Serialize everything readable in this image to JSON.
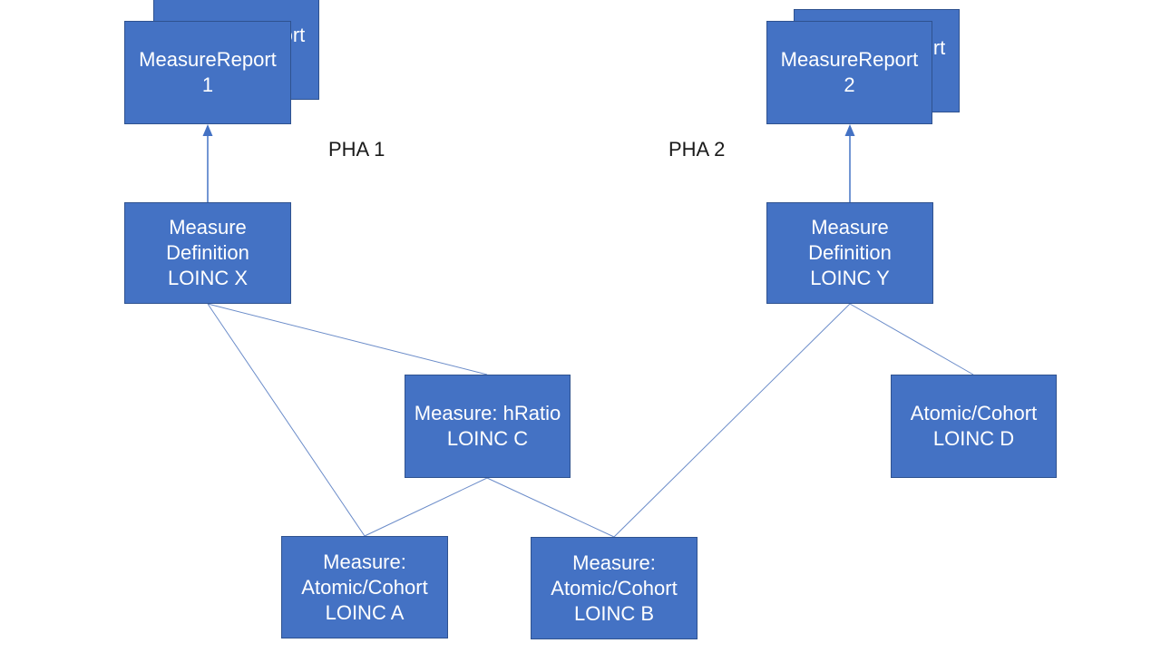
{
  "diagram": {
    "type": "stacked-measure-hierarchy",
    "colors": {
      "background": "#FFFFFF",
      "node_fill": "#4472C4",
      "node_border": "#2F528F",
      "node_text": "#FFFFFF",
      "edge": "#4472C4",
      "edge_light": "#6B8CC9",
      "label_text": "#1A1A1A"
    },
    "labels": {
      "pha1": "PHA 1",
      "pha2": "PHA 2"
    },
    "nodes": {
      "mr1_back": {
        "line1": "MeasureReport"
      },
      "mr1": {
        "line1": "MeasureReport",
        "line2": "1"
      },
      "mr2_back": {
        "line1": "MeasureReport"
      },
      "mr2": {
        "line1": "MeasureReport",
        "line2": "2"
      },
      "md_x": {
        "line1": "Measure",
        "line2": "Definition",
        "line3": "LOINC X"
      },
      "md_y": {
        "line1": "Measure",
        "line2": "Definition",
        "line3": "LOINC Y"
      },
      "m_c": {
        "line1": "Measure: hRatio",
        "line2": "LOINC C"
      },
      "m_d": {
        "line1": "Atomic/Cohort",
        "line2": "LOINC D"
      },
      "m_a": {
        "line1": "Measure:",
        "line2": "Atomic/Cohort",
        "line3": "LOINC A"
      },
      "m_b": {
        "line1": "Measure:",
        "line2": "Atomic/Cohort",
        "line3": "LOINC B"
      }
    },
    "edges": [
      {
        "from": "md_x",
        "to": "mr1",
        "style": "arrow"
      },
      {
        "from": "md_y",
        "to": "mr2",
        "style": "arrow"
      },
      {
        "from": "md_x",
        "to": "m_c",
        "style": "line"
      },
      {
        "from": "md_x",
        "to": "m_a",
        "style": "line"
      },
      {
        "from": "m_c",
        "to": "m_a",
        "style": "line"
      },
      {
        "from": "m_c",
        "to": "m_b",
        "style": "line"
      },
      {
        "from": "md_y",
        "to": "m_b",
        "style": "line"
      },
      {
        "from": "md_y",
        "to": "m_d",
        "style": "line"
      }
    ]
  }
}
